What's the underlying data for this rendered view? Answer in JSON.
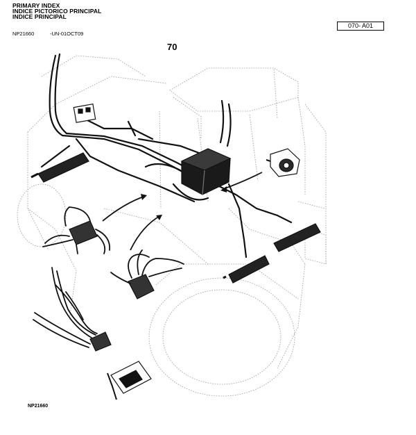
{
  "header": {
    "line1": "PRIMARY INDEX",
    "line2": "INDICE PICTORICO PRINCIPAL",
    "line3": "INDICE PRINCIPAL"
  },
  "refs": {
    "image_id": "NP21660",
    "date_code": "-UN-01OCT09"
  },
  "page_ref": "070-   A01",
  "key_number": "70",
  "footer_id": "NP21660"
}
